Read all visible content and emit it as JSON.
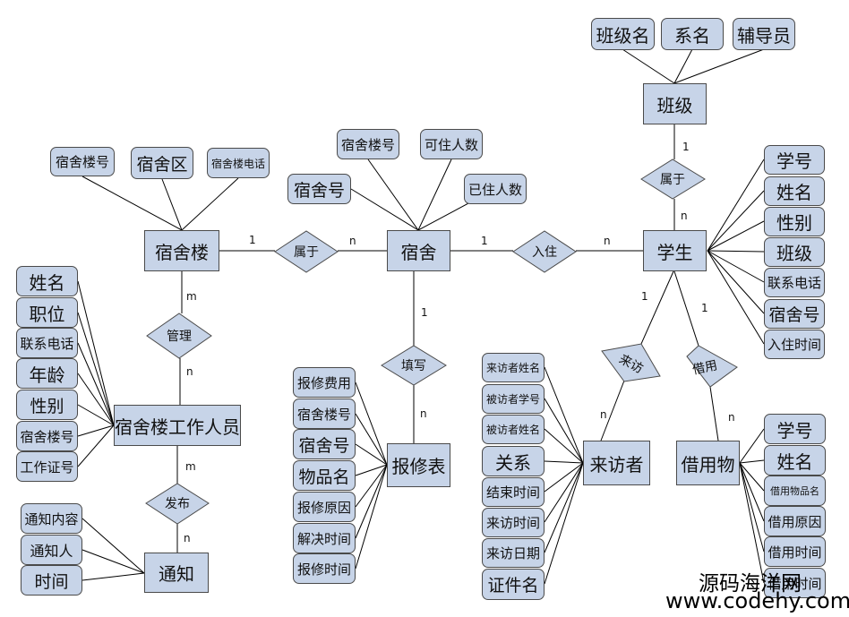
{
  "entities": {
    "class": "班级",
    "student": "学生",
    "dorm": "宿舍",
    "building": "宿舍楼",
    "staff": "宿舍楼工作人员",
    "notice": "通知",
    "repair": "报修表",
    "visitor": "来访者",
    "borrowed": "借用物"
  },
  "relations": {
    "class_student": "属于",
    "building_dorm": "属于",
    "dorm_student": "入住",
    "manage": "管理",
    "publish": "发布",
    "fill": "填写",
    "visit": "来访",
    "borrow": "借用"
  },
  "attributes": {
    "class": [
      "班级名",
      "系名",
      "辅导员"
    ],
    "building": [
      "宿舍楼号",
      "宿舍区",
      "宿舍楼电话"
    ],
    "dorm": [
      "宿舍楼号",
      "可住人数",
      "宿舍号",
      "已住人数"
    ],
    "student": [
      "学号",
      "姓名",
      "性别",
      "班级",
      "联系电话",
      "宿舍号",
      "入住时间"
    ],
    "staff": [
      "姓名",
      "职位",
      "联系电话",
      "年龄",
      "性别",
      "宿舍楼号",
      "工作证号"
    ],
    "notice": [
      "通知内容",
      "通知人",
      "时间"
    ],
    "repair": [
      "报修费用",
      "宿舍楼号",
      "宿舍号",
      "物品名",
      "报修原因",
      "解决时间",
      "报修时间"
    ],
    "visitor": [
      "来访者姓名",
      "被访者学号",
      "被访者姓名",
      "关系",
      "结束时间",
      "来访时间",
      "来访日期",
      "证件名"
    ],
    "borrowed": [
      "学号",
      "姓名",
      "借用物品名",
      "借用原因",
      "借用时间",
      "借用时间"
    ]
  },
  "cardinalities": {
    "class_student_1": "1",
    "class_student_n": "n",
    "building_dorm_1": "1",
    "building_dorm_n": "n",
    "dorm_student_1": "1",
    "dorm_student_n": "n",
    "manage_m": "m",
    "manage_n": "n",
    "publish_m": "m",
    "publish_n": "n",
    "fill_1": "1",
    "fill_n": "n",
    "visit_1": "1",
    "visit_n": "n",
    "borrow_1": "1",
    "borrow_n": "n"
  },
  "watermark": {
    "line1": "源码海洋网",
    "line2": "www.codehy.com"
  },
  "colors": {
    "fill": "#c7d4e8",
    "stroke": "#4a4a4a",
    "line": "#000000"
  }
}
